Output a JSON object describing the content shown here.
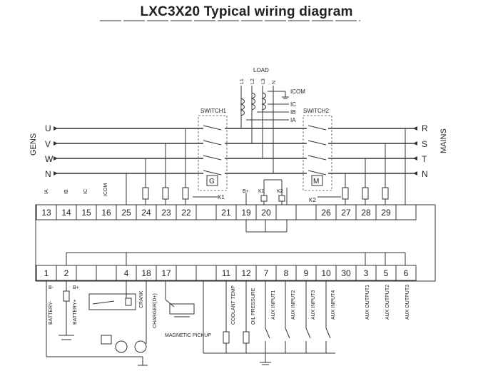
{
  "title": "LXC3X20 Typical wiring diagram",
  "gens_label": "GENS",
  "mains_label": "MAINS",
  "load_label": "LOAD",
  "phase_left": [
    "U",
    "V",
    "W",
    "N"
  ],
  "phase_right": [
    "R",
    "S",
    "T",
    "N"
  ],
  "load_lines": [
    "L1",
    "L2",
    "L3",
    "N"
  ],
  "ct_labels": [
    "ICOM",
    "IC",
    "IB",
    "IA"
  ],
  "switch1": {
    "label": "SWITCH1",
    "coil": "G",
    "relay": "K1"
  },
  "switch2": {
    "label": "SWITCH2",
    "coil": "M",
    "relay": "K2"
  },
  "top_terminals": [
    "13",
    "14",
    "15",
    "16",
    "25",
    "24",
    "23",
    "22",
    "",
    "21",
    "19",
    "20",
    "",
    "",
    "26",
    "27",
    "28",
    "29",
    ""
  ],
  "top_terminal_labels": [
    "IA",
    "IB",
    "IC",
    "ICOM",
    "B+",
    "K1",
    "K2"
  ],
  "bottom_terminals": [
    "1",
    "2",
    "",
    "",
    "4",
    "18",
    "17",
    "",
    "",
    "11",
    "12",
    "7",
    "8",
    "9",
    "10",
    "30",
    "3",
    "5",
    "6"
  ],
  "bottom_labels": [
    "BATTERY-",
    "BATTERY+",
    "CRANK",
    "CHARGER(D+)",
    "COOLANT TEMP",
    "OIL PRESSURE",
    "AUX INPUT1",
    "AUX INPUT2",
    "AUX INPUT3",
    "AUX INPUT4",
    "AUX OUTPUT1",
    "AUX OUTPUT2",
    "AUX OUTPUT3"
  ],
  "small_labels": [
    "B-",
    "B+"
  ],
  "pickup_label": "MAGNETIC PICKUP"
}
